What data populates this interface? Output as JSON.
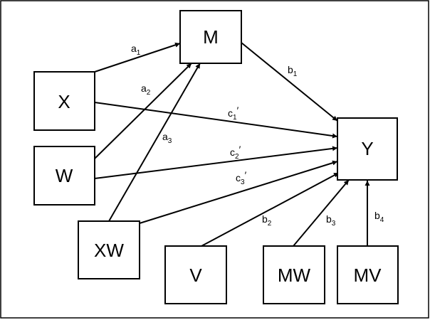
{
  "nodes": [
    {
      "id": "M",
      "label": "M"
    },
    {
      "id": "X",
      "label": "X"
    },
    {
      "id": "W",
      "label": "W"
    },
    {
      "id": "XW",
      "label": "XW"
    },
    {
      "id": "Y",
      "label": "Y"
    },
    {
      "id": "V",
      "label": "V"
    },
    {
      "id": "MW",
      "label": "MW"
    },
    {
      "id": "MV",
      "label": "MV"
    }
  ],
  "edges": [
    {
      "id": "a1",
      "from": "X",
      "to": "M",
      "label": {
        "base": "a",
        "sub": "1",
        "prime": ""
      }
    },
    {
      "id": "a2",
      "from": "W",
      "to": "M",
      "label": {
        "base": "a",
        "sub": "2",
        "prime": ""
      }
    },
    {
      "id": "a3",
      "from": "XW",
      "to": "M",
      "label": {
        "base": "a",
        "sub": "3",
        "prime": ""
      }
    },
    {
      "id": "b1",
      "from": "M",
      "to": "Y",
      "label": {
        "base": "b",
        "sub": "1",
        "prime": ""
      }
    },
    {
      "id": "c1",
      "from": "X",
      "to": "Y",
      "label": {
        "base": "c",
        "sub": "1",
        "prime": "′"
      }
    },
    {
      "id": "c2",
      "from": "W",
      "to": "Y",
      "label": {
        "base": "c",
        "sub": "2",
        "prime": "′"
      }
    },
    {
      "id": "c3",
      "from": "XW",
      "to": "Y",
      "label": {
        "base": "c",
        "sub": "3",
        "prime": "′"
      }
    },
    {
      "id": "b2",
      "from": "V",
      "to": "Y",
      "label": {
        "base": "b",
        "sub": "2",
        "prime": ""
      }
    },
    {
      "id": "b3",
      "from": "MW",
      "to": "Y",
      "label": {
        "base": "b",
        "sub": "3",
        "prime": ""
      }
    },
    {
      "id": "b4",
      "from": "MV",
      "to": "Y",
      "label": {
        "base": "b",
        "sub": "4",
        "prime": ""
      }
    }
  ]
}
